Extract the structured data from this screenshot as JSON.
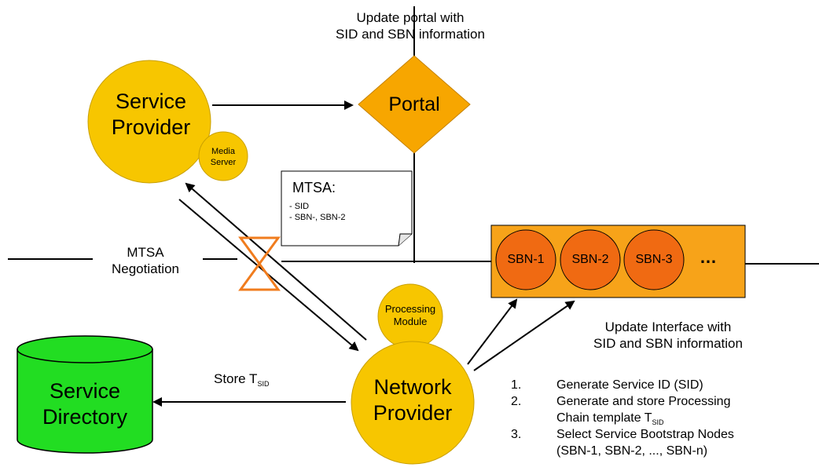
{
  "service_provider": {
    "line1": "Service",
    "line2": "Provider"
  },
  "media_server": {
    "line1": "Media",
    "line2": "Server"
  },
  "portal": {
    "label": "Portal"
  },
  "update_portal_text": {
    "line1": "Update portal with",
    "line2": "SID and SBN information"
  },
  "mtsa_note": {
    "title": "MTSA:",
    "item1": "- SID",
    "item2": "- SBN-, SBN-2"
  },
  "mtsa_negotiation": {
    "line1": "MTSA",
    "line2": "Negotiation"
  },
  "sbn_nodes": [
    "SBN-1",
    "SBN-2",
    "SBN-3"
  ],
  "sbn_ellipsis": "…",
  "update_interface_text": {
    "line1": "Update Interface with",
    "line2": "SID and SBN information"
  },
  "processing_module": {
    "line1": "Processing",
    "line2": "Module"
  },
  "network_provider": {
    "line1": "Network",
    "line2": "Provider"
  },
  "service_directory": {
    "line1": "Service",
    "line2": "Directory"
  },
  "store_label": {
    "text": "Store T",
    "sub": "SID"
  },
  "steps": [
    {
      "num": "1.",
      "line1": "Generate Service ID (SID)"
    },
    {
      "num": "2.",
      "line1": "Generate and store Processing",
      "line2": "Chain template T",
      "line2_sub": "SID"
    },
    {
      "num": "3.",
      "line1": "Select Service Bootstrap Nodes",
      "line2": "(SBN-1, SBN-2, ..., SBN-n)"
    }
  ],
  "colors": {
    "provider_fill": "#f7c600",
    "portal_fill": "#f7a600",
    "sbn_container": "#f7a319",
    "sbn_node": "#f06a12",
    "directory_fill": "#22dd22",
    "cross_marker": "#f07c1e"
  }
}
